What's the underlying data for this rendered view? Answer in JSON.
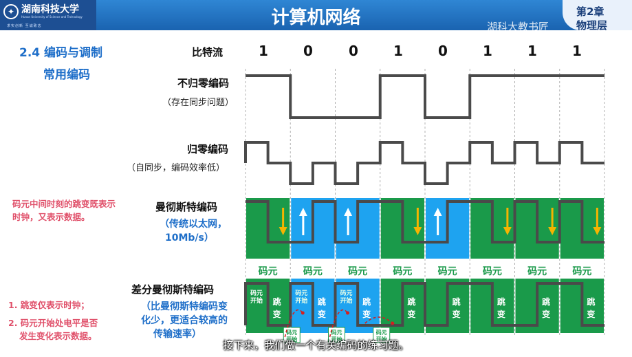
{
  "header": {
    "title": "计算机网络",
    "chapter_num": "第2章",
    "chapter_name": "物理层",
    "watermark": "湖科大教书匠",
    "logo_name": "湖南科技大学",
    "logo_en": "Hunan University of Science and Technology",
    "logo_motto": "求实创新 至诚致志"
  },
  "section": {
    "title": "2.4 编码与调制",
    "subtitle": "常用编码"
  },
  "bitstream": {
    "label": "比特流",
    "bits": [
      "1",
      "0",
      "0",
      "1",
      "0",
      "1",
      "1",
      "1"
    ]
  },
  "encodings": {
    "nrz": {
      "name": "不归零编码",
      "note": "（存在同步问题）"
    },
    "rz": {
      "name": "归零编码",
      "note": "（自同步，编码效率低）"
    },
    "manchester": {
      "name": "曼彻斯特编码",
      "note_line1": "（传统以太网，",
      "note_line2": "10Mb/s）",
      "side_note_line1": "码元中间时刻的跳变既表示",
      "side_note_line2": "时钟，又表示数据。"
    },
    "diff_manchester": {
      "name": "差分曼彻斯特编码",
      "note_line1": "（比曼彻斯特编码变",
      "note_line2": "化少，更适合较高的",
      "note_line3": "传输速率）",
      "side_note_1": "1. 跳变仅表示时钟；",
      "side_note_2_line1": "2. 码元开始处电平是否",
      "side_note_2_line2": "发生变化表示数据。"
    }
  },
  "symbol_label": "码元",
  "diff_labels": {
    "start": [
      "码元",
      "开始"
    ],
    "jump": [
      "跳",
      "变"
    ],
    "start_small": "码元开始"
  },
  "colors": {
    "green": "#1a9a4a",
    "blue": "#1ea3f0",
    "arrow_down": "#f5b400",
    "arrow_up": "#ffffff",
    "signal": "#4a4a4a",
    "title_blue": "#1f6fc9",
    "note_red": "#e0506a"
  },
  "subtitle": "接下来，我们做一个有关编码的练习题。"
}
